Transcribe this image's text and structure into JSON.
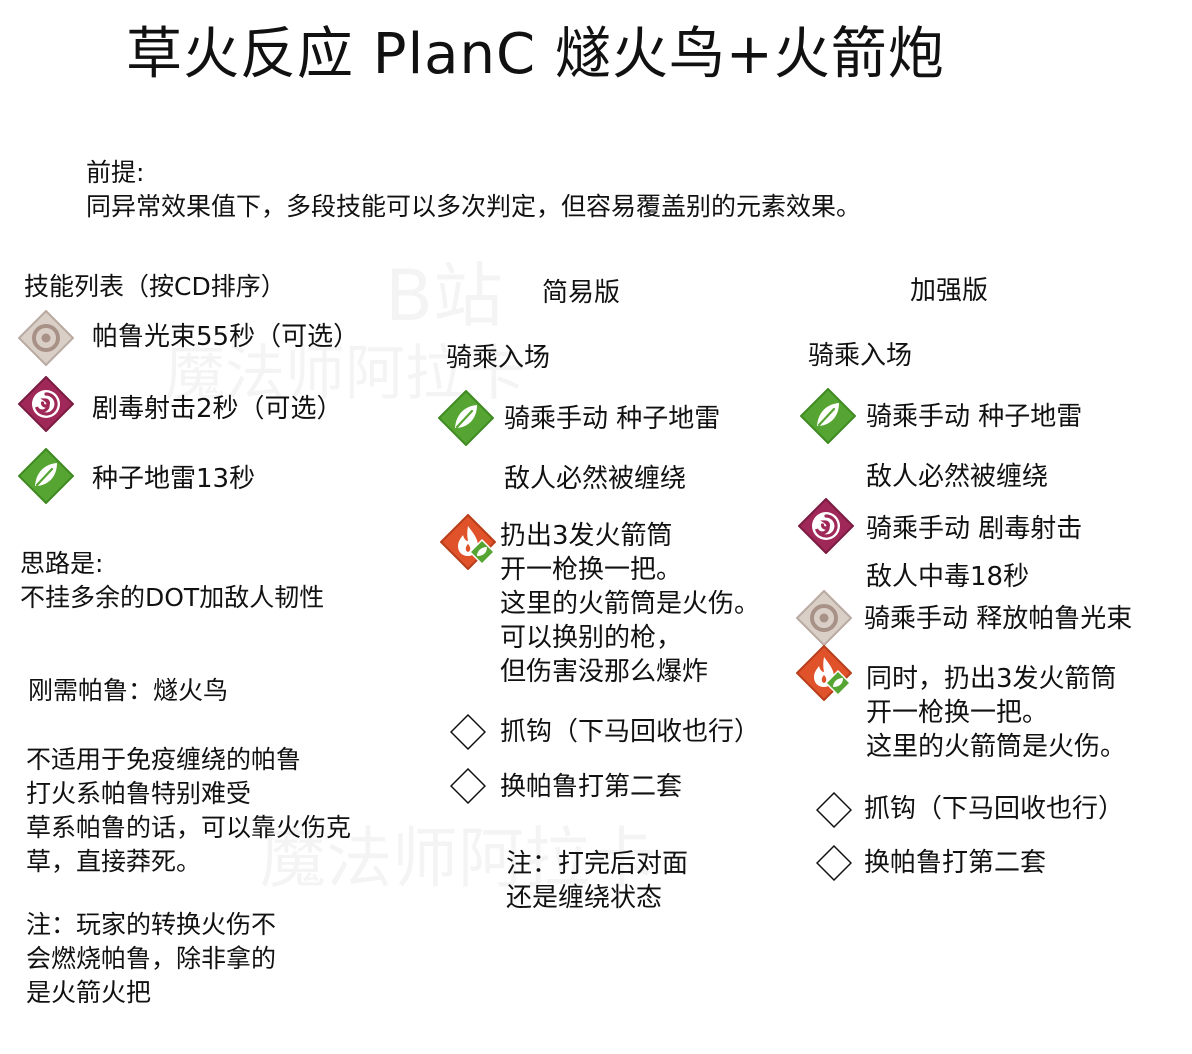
{
  "title": "草火反应 PlanC 燧火鸟+火箭炮",
  "premise": {
    "label": "前提:",
    "text": "同异常效果值下，多段技能可以多次判定，但容易覆盖别的元素效果。"
  },
  "watermark": {
    "site": "B站",
    "author_1": "魔法师阿拉卡",
    "author_2": "魔法师阿拉卡"
  },
  "skills": {
    "header": "技能列表（按CD排序）",
    "items": [
      {
        "label": "帕鲁光束55秒（可选）",
        "icon": "target-icon"
      },
      {
        "label": "剧毒射击2秒（可选）",
        "icon": "poison-swirl-icon"
      },
      {
        "label": "种子地雷13秒",
        "icon": "leaf-icon"
      }
    ]
  },
  "idea": {
    "label": "思路是:",
    "text": "不挂多余的DOT加敌人韧性"
  },
  "pal": {
    "label": "刚需帕鲁：燧火鸟",
    "notes": "不适用于免疫缠绕的帕鲁\n打火系帕鲁特别难受\n草系帕鲁的话，可以靠火伤克\n草，直接莽死。",
    "footnote": "注：玩家的转换火伤不\n会燃烧帕鲁，除非拿的\n是火箭火把"
  },
  "simple": {
    "header": "简易版",
    "step1": "骑乘入场",
    "step2": "骑乘手动 种子地雷",
    "step2_note": "敌人必然被缠绕",
    "step3": "扔出3发火箭筒\n开一枪换一把。\n这里的火箭筒是火伤。\n可以换别的枪，\n但伤害没那么爆炸",
    "step4": "抓钩（下马回收也行）",
    "step5": "换帕鲁打第二套",
    "note": "注：打完后对面\n还是缠绕状态"
  },
  "enhanced": {
    "header": "加强版",
    "step1": "骑乘入场",
    "step2": "骑乘手动 种子地雷",
    "step2_note": "敌人必然被缠绕",
    "step3": "骑乘手动 剧毒射击",
    "step3_note": "敌人中毒18秒",
    "step4": "骑乘手动 释放帕鲁光束",
    "step5": "同时，扔出3发火箭筒\n开一枪换一把。\n这里的火箭筒是火伤。",
    "step6": "抓钩（下马回收也行）",
    "step7": "换帕鲁打第二套"
  },
  "colors": {
    "leaf": "#56a532",
    "poison": "#a02858",
    "target_bg": "#d9cfc7",
    "target_ring": "#a89186",
    "fire": "#e0532a"
  }
}
